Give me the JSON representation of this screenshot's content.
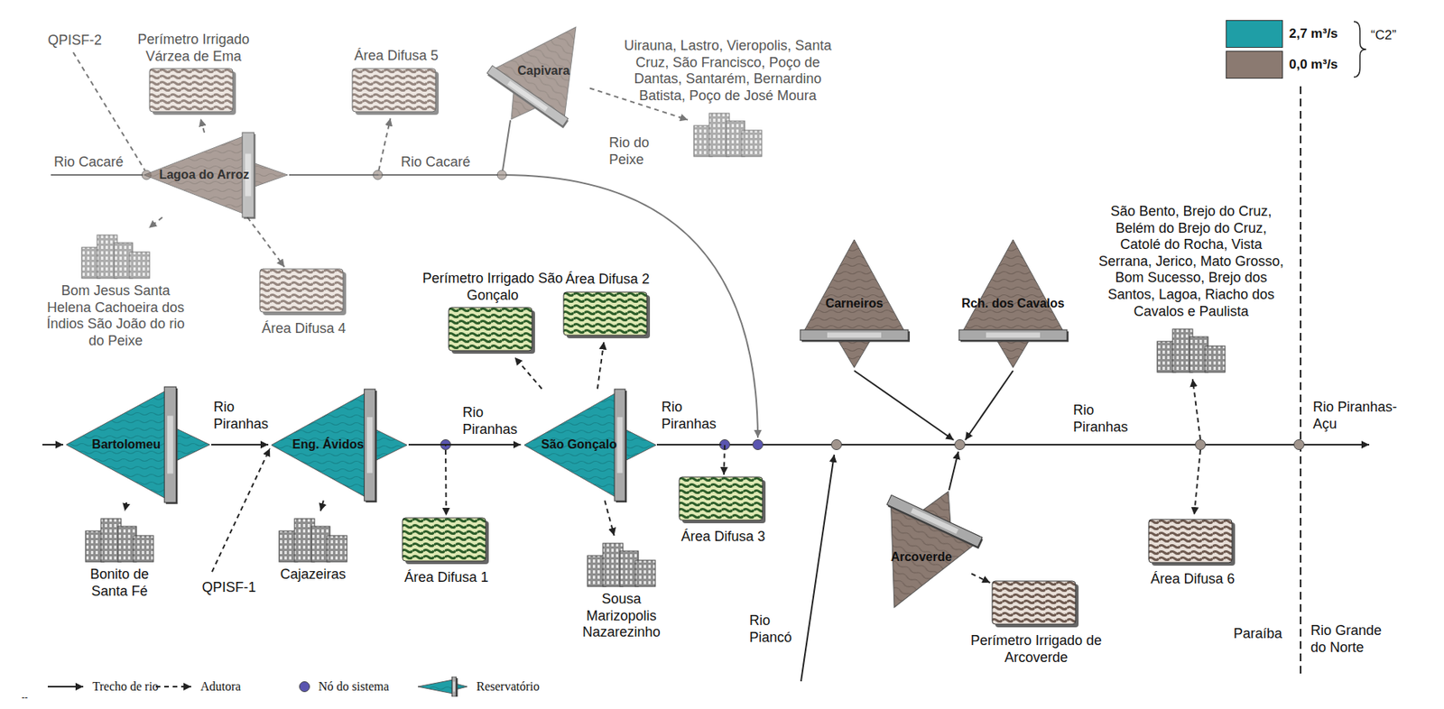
{
  "diagram": {
    "nodes": [
      {
        "text": [
          "Perímetro Irrigado Várzea de Ema"
        ]
      },
      {
        "text": [
          "Área Difusa 5"
        ]
      },
      {
        "text": [
          "Capivara"
        ]
      },
      {
        "text": [
          "Uirauna, Lastro, Vieropolis, Santa Cruz, São Francisco, Poço de Dantas, Santarém, Bernardino Batista, Poço de José Moura"
        ]
      },
      {
        "text": [
          "Lagoa do Arroz"
        ]
      },
      {
        "text": [
          "Bom Jesus Santa Helena Cachoeira dos Índios São João do rio do Peixe"
        ]
      },
      {
        "text": [
          "Área Difusa 4"
        ]
      },
      {
        "text": [
          "Perímetro Irrigado São Gonçalo"
        ]
      },
      {
        "text": [
          "Área Difusa 2"
        ]
      },
      {
        "text": [
          "Carneiros"
        ]
      },
      {
        "text": [
          "Rch. dos Cavalos"
        ]
      },
      {
        "text": [
          "São Bento, Brejo do Cruz, Belém do Brejo do Cruz, Catolé do Rocha, Vista Serrana, Jerico, Mato Grosso, Bom Sucesso, Brejo dos Santos, Lagoa, Riacho dos Cavalos e Paulista"
        ]
      },
      {
        "text": [
          "Bartolomeu"
        ]
      },
      {
        "text": [
          "Eng. Ávidos"
        ]
      },
      {
        "text": [
          "São Gonçalo"
        ]
      },
      {
        "text": [
          "Bonito de Santa Fé"
        ]
      },
      {
        "text": [
          "Cajazeiras"
        ]
      },
      {
        "text": [
          "Área Difusa 1"
        ]
      },
      {
        "text": [
          "Sousa Marizopolis Nazarezinho"
        ]
      },
      {
        "text": [
          "Área Difusa 3"
        ]
      },
      {
        "text": [
          "Arcoverde"
        ]
      },
      {
        "text": [
          "Perímetro Irrigado de Arcoverde"
        ]
      },
      {
        "text": [
          "Área Difusa 6"
        ]
      }
    ],
    "edges": [
      {
        "from": 12,
        "to": 15,
        "arrow": "to"
      },
      {
        "from": 12,
        "to": 13,
        "arrow": "to"
      },
      {
        "from": 13,
        "to": 16,
        "arrow": "to"
      },
      {
        "from": 13,
        "to": 17,
        "arrow": "to"
      },
      {
        "from": 13,
        "to": 14,
        "arrow": "to"
      },
      {
        "from": 14,
        "to": 7,
        "arrow": "to"
      },
      {
        "from": 14,
        "to": 8,
        "arrow": "to"
      },
      {
        "from": 14,
        "to": 18,
        "arrow": "to"
      },
      {
        "from": 14,
        "to": 19,
        "arrow": "to"
      },
      {
        "from": 4,
        "to": 0,
        "arrow": "to"
      },
      {
        "from": 4,
        "to": 5,
        "arrow": "to"
      },
      {
        "from": 4,
        "to": 6,
        "arrow": "to"
      },
      {
        "from": 4,
        "to": 1,
        "arrow": "to"
      },
      {
        "from": 2,
        "to": 3,
        "arrow": "to"
      },
      {
        "from": 20,
        "to": 21,
        "arrow": "to"
      }
    ],
    "labels": [
      "QPISF-2",
      "Rio Cacaré",
      "Rio Cacaré",
      "Rio do Peixe",
      "Rio Piranhas",
      "Rio Piranhas",
      "Rio Piranhas",
      "Rio Piranhas",
      "QPISF-1",
      "Rio Piancó",
      "Rio Piranhas-Açu",
      "Paraíba",
      "Rio Grande do Norte",
      "“C2”",
      "--"
    ],
    "legend": [
      {
        "text": "2,7 m³/s",
        "color": "#1f9ea6"
      },
      {
        "text": "0,0 m³/s",
        "color": "#8b7a71"
      },
      {
        "text": "Trecho de rio"
      },
      {
        "text": "Adutora"
      },
      {
        "text": "Nó do sistema"
      },
      {
        "text": "Reservatório"
      }
    ]
  }
}
